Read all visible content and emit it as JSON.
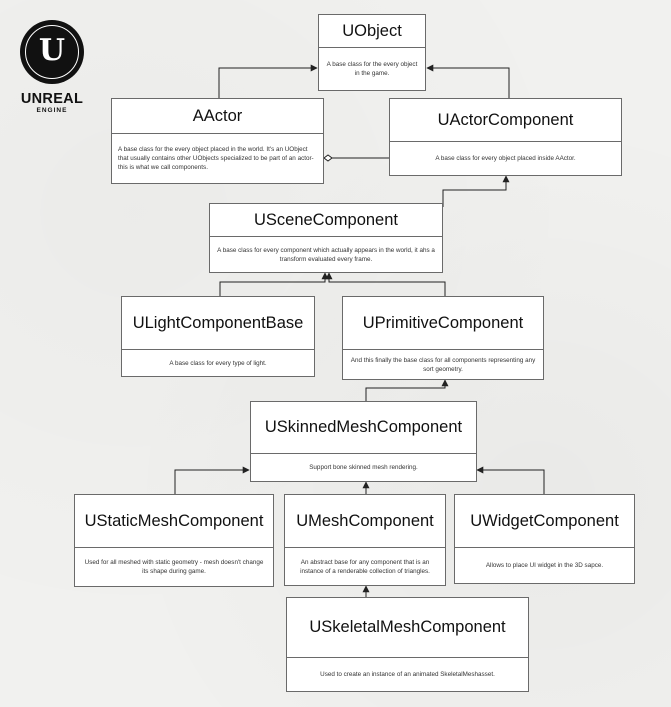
{
  "logo": {
    "mark": "U",
    "line1": "UNREAL",
    "line2": "ENGINE"
  },
  "classes": {
    "uobject": {
      "name": "UObject",
      "desc": "A base class for the every object in the game."
    },
    "aactor": {
      "name": "AActor",
      "desc": "A base class for the every object placed in the world. It's an UObject that usually contains other UObjects specialized to be part of an actor-this is what we call components."
    },
    "uactorcomponent": {
      "name": "UActorComponent",
      "desc": "A base class for every object placed inside AActor."
    },
    "uscenecomponent": {
      "name": "USceneComponent",
      "desc": "A base class for every component which actually appears in the world, it ahs a transform evaluated every frame."
    },
    "ulightcomponentbase": {
      "name": "ULightComponentBase",
      "desc": "A base class for every type of light."
    },
    "uprimitivecomponent": {
      "name": "UPrimitiveComponent",
      "desc": "And this finally the base class for all components representing any sort geometry."
    },
    "uskinnedmeshcomponent": {
      "name": "USkinnedMeshComponent",
      "desc": "Support bone skinned mesh rendering."
    },
    "ustaticmeshcomponent": {
      "name": "UStaticMeshComponent",
      "desc": "Used for all meshed with static geometry - mesh doesn't change its shape during game."
    },
    "umeshcomponent": {
      "name": "UMeshComponent",
      "desc": "An abstract base for any component that is an instance of a renderable collection of triangles."
    },
    "uwidgetcomponent": {
      "name": "UWidgetComponent",
      "desc": "Allows to place UI widget in the 3D sapce."
    },
    "uskeletalmeshcomponent": {
      "name": "USkeletalMeshComponent",
      "desc": "Used to create an instance of an animated SkeletalMeshasset."
    }
  }
}
